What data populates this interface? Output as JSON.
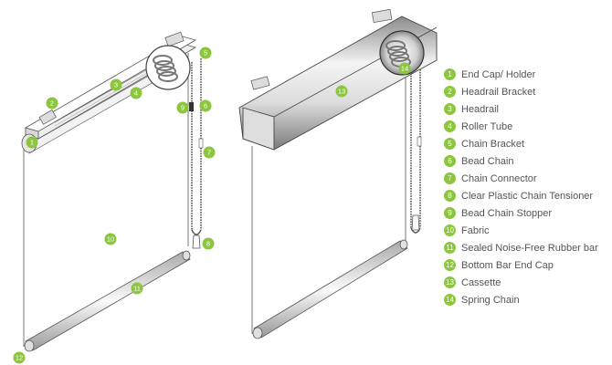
{
  "accent_color": "#8cc63f",
  "legend": [
    {
      "number": "1",
      "label": "End Cap/ Holder"
    },
    {
      "number": "2",
      "label": "Headrail Bracket"
    },
    {
      "number": "3",
      "label": "Headrail"
    },
    {
      "number": "4",
      "label": "Roller Tube"
    },
    {
      "number": "5",
      "label": "Chain Bracket"
    },
    {
      "number": "6",
      "label": "Bead Chain"
    },
    {
      "number": "7",
      "label": "Chain Connector"
    },
    {
      "number": "8",
      "label": "Clear Plastic Chain Tensioner"
    },
    {
      "number": "9",
      "label": "Bead Chain Stopper"
    },
    {
      "number": "10",
      "label": "Fabric"
    },
    {
      "number": "11",
      "label": "Sealed Noise-Free Rubber bar"
    },
    {
      "number": "12",
      "label": "Bottom Bar End Cap"
    },
    {
      "number": "13",
      "label": "Cassette"
    },
    {
      "number": "14",
      "label": "Spring Chain"
    }
  ],
  "callouts": [
    {
      "number": "1",
      "icon": "callout-badge"
    },
    {
      "number": "2",
      "icon": "callout-badge"
    },
    {
      "number": "3",
      "icon": "callout-badge"
    },
    {
      "number": "4",
      "icon": "callout-badge"
    },
    {
      "number": "5",
      "icon": "callout-badge"
    },
    {
      "number": "6",
      "icon": "callout-badge"
    },
    {
      "number": "7",
      "icon": "callout-badge"
    },
    {
      "number": "8",
      "icon": "callout-badge"
    },
    {
      "number": "9",
      "icon": "callout-badge"
    },
    {
      "number": "10",
      "icon": "callout-badge"
    },
    {
      "number": "11",
      "icon": "callout-badge"
    },
    {
      "number": "12",
      "icon": "callout-badge"
    },
    {
      "number": "13",
      "icon": "callout-badge"
    },
    {
      "number": "14",
      "icon": "callout-badge"
    }
  ]
}
